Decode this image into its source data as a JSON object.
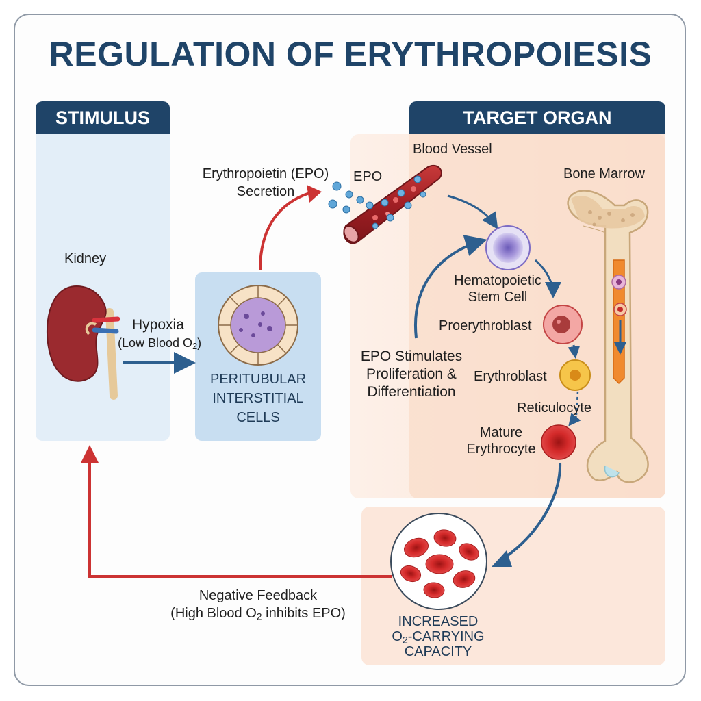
{
  "title": "REGULATION OF ERYTHROPOIESIS",
  "headers": {
    "stimulus": "STIMULUS",
    "target_organ": "TARGET ORGAN"
  },
  "labels": {
    "kidney": "Kidney",
    "hypoxia": "Hypoxia",
    "low_blood_o2_pre": "(Low Blood O",
    "low_blood_o2_sub": "2",
    "low_blood_o2_post": ")",
    "peritubular_1": "PERITUBULAR",
    "peritubular_2": "INTERSTITIAL",
    "peritubular_3": "CELLS",
    "epo_secretion_1": "Erythropoietin (EPO)",
    "epo_secretion_2": "Secretion",
    "epo": "EPO",
    "blood_vessel": "Blood Vessel",
    "bone_marrow": "Bone Marrow",
    "hsc_1": "Hematopoietic",
    "hsc_2": "Stem Cell",
    "proerythroblast": "Proerythroblast",
    "erythroblast": "Erythroblast",
    "reticulocyte": "Reticulocyte",
    "mature_1": "Mature",
    "mature_2": "Erythrocyte",
    "epo_stim_1": "EPO Stimulates",
    "epo_stim_2": "Proliferation &",
    "epo_stim_3": "Differentiation",
    "neg_feedback_1": "Negative Feedback",
    "neg_feedback_pre": "(High Blood O",
    "neg_feedback_sub": "2",
    "neg_feedback_post": " inhibits EPO)",
    "increased_1": "INCREASED",
    "increased_2_pre": "O",
    "increased_2_sub": "2",
    "increased_2_post": "-CARRYING",
    "increased_3": "CAPACITY"
  },
  "colors": {
    "header_bg": "#1f4468",
    "title": "#1f4468",
    "stimulus_panel": "#e3eef8",
    "peritubular_panel": "#c8def1",
    "target_panel": "#fbe3d5",
    "feedback_arrow": "#cc3333",
    "flow_arrow": "#2d5f8f",
    "rbc": "#d42a2a"
  }
}
